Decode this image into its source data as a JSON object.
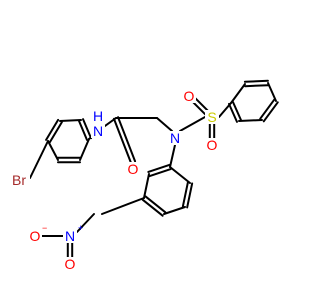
{
  "molecule": {
    "colors": {
      "C": "#000000",
      "N": "#0000ff",
      "O": "#ff0000",
      "S": "#cccc00",
      "Br": "#a52a2a"
    },
    "atoms": {
      "N1": {
        "element": "N",
        "label": "N",
        "h_label": "H"
      },
      "O1": {
        "element": "O",
        "label": "O"
      },
      "N2": {
        "element": "N",
        "label": "N"
      },
      "S": {
        "element": "S",
        "label": "S"
      },
      "Os1": {
        "element": "O",
        "label": "O"
      },
      "Os2": {
        "element": "O",
        "label": "O"
      },
      "N3": {
        "element": "N",
        "label": "N",
        "charge": "+"
      },
      "On1": {
        "element": "O",
        "label": "O",
        "charge": "−"
      },
      "On2": {
        "element": "O",
        "label": "O"
      },
      "Br": {
        "element": "Br",
        "label": "Br"
      }
    }
  }
}
